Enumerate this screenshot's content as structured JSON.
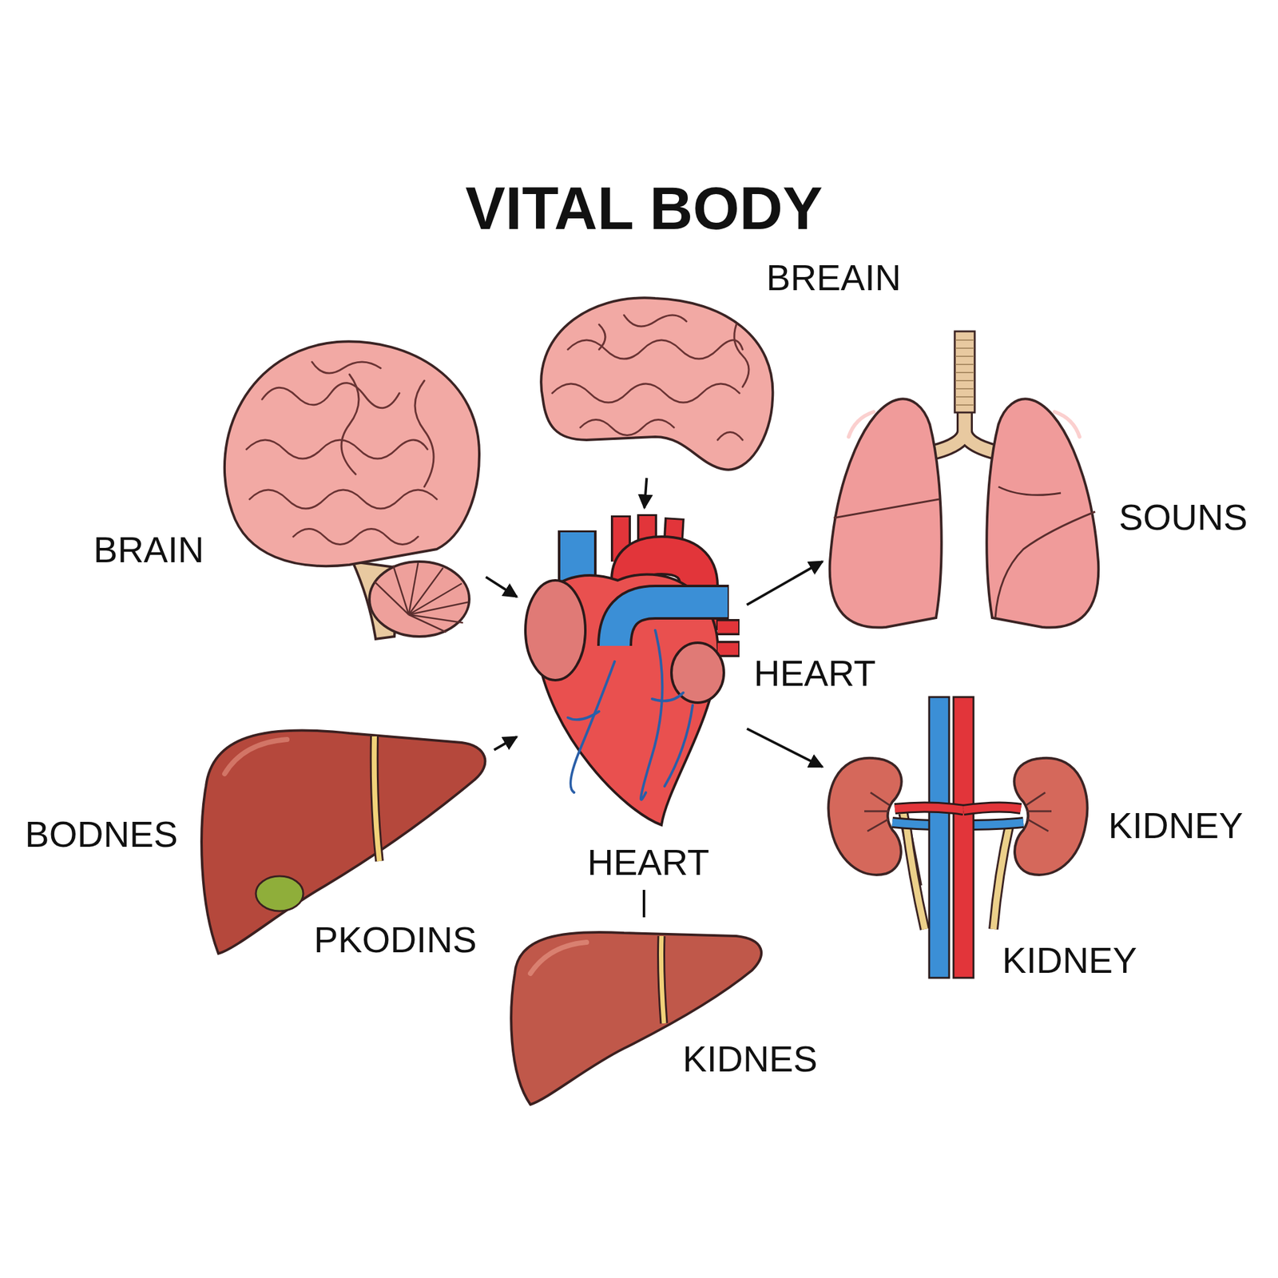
{
  "diagram": {
    "title": "VITAL BODY",
    "nodes": [
      {
        "text": [
          "BREAIN"
        ]
      },
      {
        "text": [
          "BRAIN"
        ]
      },
      {
        "text": [
          "SOUNS"
        ]
      },
      {
        "text": [
          "HEART"
        ]
      },
      {
        "text": [
          "KIDNEY",
          "KIDNEY"
        ]
      },
      {
        "text": [
          "BODNES",
          "PKODINS"
        ]
      },
      {
        "text": [
          "HEART",
          "KIDNES"
        ]
      }
    ],
    "edges": [
      {
        "from": 0,
        "to": 3,
        "arrow": "to"
      },
      {
        "from": 1,
        "to": 3,
        "arrow": "to"
      },
      {
        "from": 5,
        "to": 3,
        "arrow": "to"
      },
      {
        "from": 3,
        "to": 2,
        "arrow": "to"
      },
      {
        "from": 3,
        "to": 4,
        "arrow": "to"
      }
    ]
  }
}
